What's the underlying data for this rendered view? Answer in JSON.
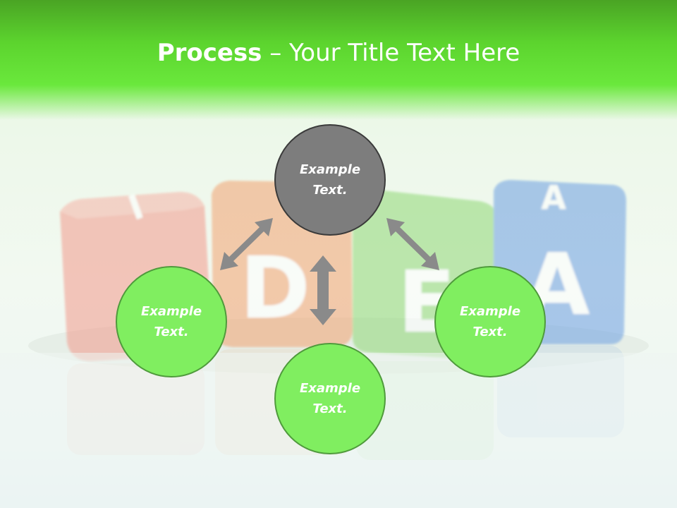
{
  "slide": {
    "title_bold": "Process",
    "title_rest": " – Your Title Text Here"
  },
  "nodes": {
    "top": "Example\nText.",
    "left": "Example\nText.",
    "right": "Example\nText.",
    "bottom": "Example\nText."
  },
  "background": {
    "blocks": [
      {
        "letter": "I",
        "color": "#ef9a8a"
      },
      {
        "letter": "D",
        "color": "#f0a070"
      },
      {
        "letter": "E",
        "color": "#92d67a"
      },
      {
        "letter": "A",
        "color": "#6e9fe0"
      }
    ]
  },
  "colors": {
    "header_green": "#5cd42e",
    "node_green": "#80ee60",
    "node_gray": "#7d7d7d",
    "arrow_gray": "#888888"
  }
}
